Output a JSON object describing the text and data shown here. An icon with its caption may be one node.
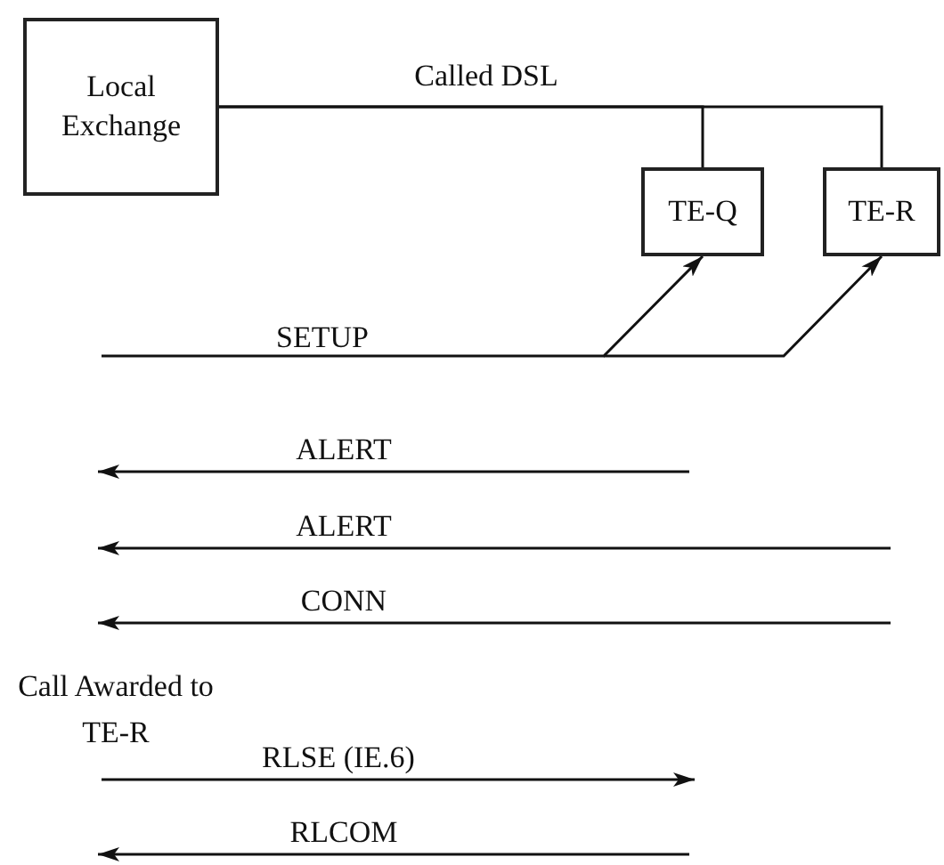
{
  "diagram": {
    "nodes": [
      {
        "text": [
          "Local Exchange"
        ]
      },
      {
        "text": [
          "TE-Q"
        ]
      },
      {
        "text": [
          "TE-R"
        ]
      }
    ],
    "edges": [
      {
        "from": 0,
        "to": 1,
        "arrow": "none",
        "label": "Called DSL"
      },
      {
        "from": 0,
        "to": 2,
        "arrow": "none"
      },
      {
        "from": null,
        "to": 1,
        "arrow": "to",
        "label": "SETUP"
      },
      {
        "from": null,
        "to": 2,
        "arrow": "to"
      }
    ],
    "labels": [
      "ALERT",
      "ALERT",
      "CONN",
      "Call Awarded to TE-R",
      "RLSE (IE.6)",
      "RLCOM"
    ]
  }
}
